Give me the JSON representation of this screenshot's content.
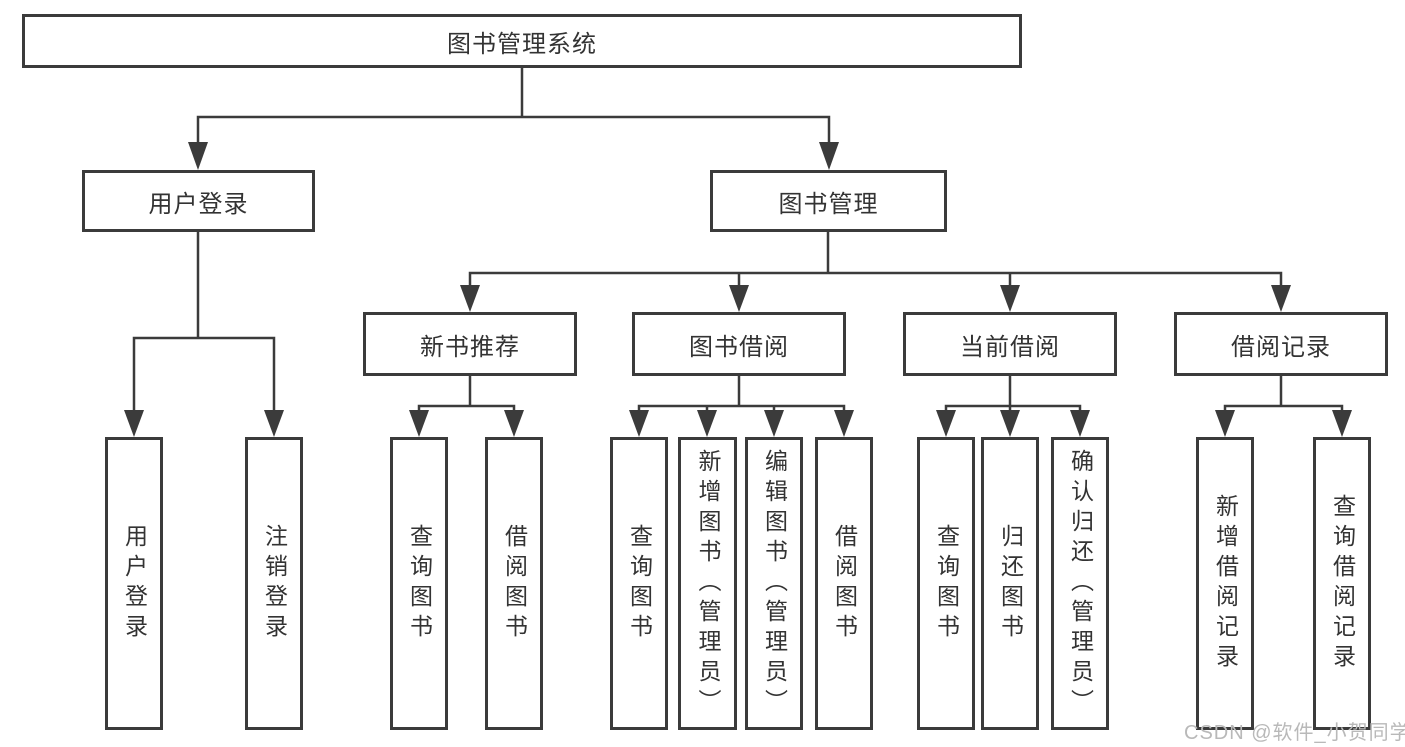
{
  "diagram_title": "图书管理系统",
  "colors": {
    "line": "#3b3b3b",
    "text": "#333333",
    "watermark": "#b9b9b9"
  },
  "nodes": {
    "root": "图书管理系统",
    "user_login": "用户登录",
    "book_mgmt": "图书管理",
    "new_book_rec": "新书推荐",
    "book_borrow": "图书借阅",
    "current_borrow": "当前借阅",
    "borrow_records": "借阅记录",
    "leaf_user_login": "用户登录",
    "leaf_logout": "注销登录",
    "leaf_nbr_query_books": "查询图书",
    "leaf_nbr_borrow_books": "借阅图书",
    "leaf_bb_query_books": "查询图书",
    "leaf_bb_add_books": "新增图书（管理员）",
    "leaf_bb_edit_books": "编辑图书（管理员）",
    "leaf_bb_borrow_books": "借阅图书",
    "leaf_cb_query_books": "查询图书",
    "leaf_cb_return_books": "归还图书",
    "leaf_cb_confirm_return": "确认归还（管理员）",
    "leaf_br_add_record": "新增借阅记录",
    "leaf_br_query_record": "查询借阅记录"
  },
  "watermark": {
    "text": "CSDN @软件_小贺同学"
  }
}
